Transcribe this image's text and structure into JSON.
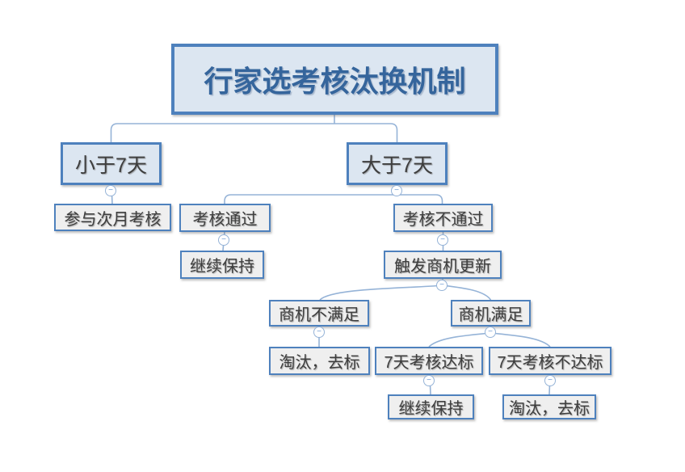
{
  "diagram": {
    "type": "mindmap-tree",
    "collapse_glyph": "−",
    "colors": {
      "node_border": "#4e81bd",
      "root_fill": "#dce6f1",
      "level2_fill": "#dce6f1",
      "leaf_fill": "#efefef",
      "root_text": "#35659c",
      "node_text": "#3e3e3e",
      "connector": "#95b3d7",
      "background": "#ffffff"
    },
    "nodes": {
      "root": {
        "label": "行家选考核汰换机制"
      },
      "less7": {
        "label": "小于7天"
      },
      "greater7": {
        "label": "大于7天"
      },
      "next_month": {
        "label": "参与次月考核"
      },
      "pass": {
        "label": "考核通过"
      },
      "fail": {
        "label": "考核不通过"
      },
      "keep_a": {
        "label": "继续保持"
      },
      "trigger": {
        "label": "触发商机更新"
      },
      "biz_unmet": {
        "label": "商机不满足"
      },
      "biz_met": {
        "label": "商机满足"
      },
      "eliminate_a": {
        "label": "淘汰，去标"
      },
      "pass_7d": {
        "label": "7天考核达标"
      },
      "fail_7d": {
        "label": "7天考核不达标"
      },
      "keep_b": {
        "label": "继续保持"
      },
      "eliminate_b": {
        "label": "淘汰，去标"
      }
    },
    "hierarchy": [
      {
        "parent": "行家选考核汰换机制",
        "children": [
          "小于7天",
          "大于7天"
        ]
      },
      {
        "parent": "小于7天",
        "children": [
          "参与次月考核"
        ]
      },
      {
        "parent": "大于7天",
        "children": [
          "考核通过",
          "考核不通过"
        ]
      },
      {
        "parent": "考核通过",
        "children": [
          "继续保持"
        ]
      },
      {
        "parent": "考核不通过",
        "children": [
          "触发商机更新"
        ]
      },
      {
        "parent": "触发商机更新",
        "children": [
          "商机不满足",
          "商机满足"
        ]
      },
      {
        "parent": "商机不满足",
        "children": [
          "淘汰，去标"
        ]
      },
      {
        "parent": "商机满足",
        "children": [
          "7天考核达标",
          "7天考核不达标"
        ]
      },
      {
        "parent": "7天考核达标",
        "children": [
          "继续保持"
        ]
      },
      {
        "parent": "7天考核不达标",
        "children": [
          "淘汰，去标"
        ]
      }
    ]
  }
}
